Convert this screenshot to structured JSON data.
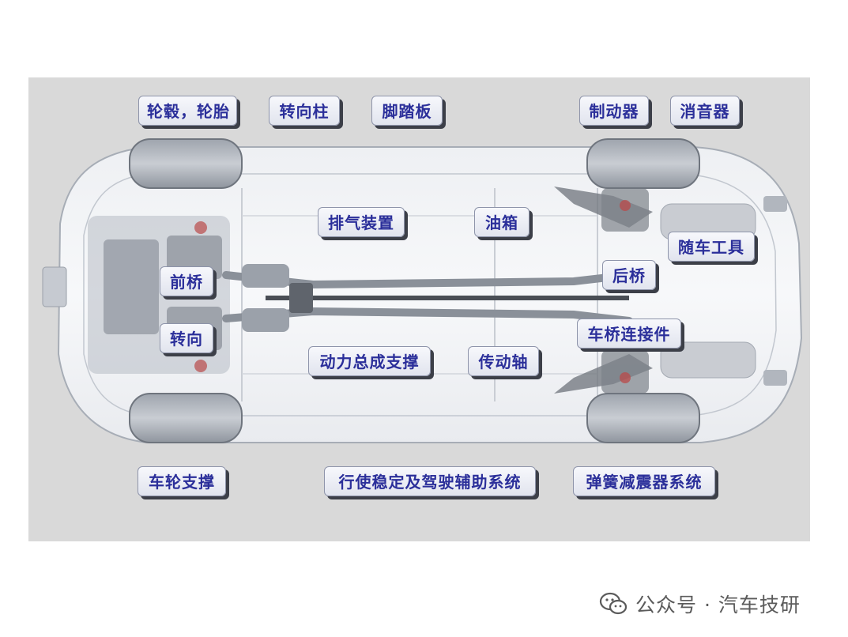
{
  "labels": {
    "wheel_hub_tire": "轮毂，轮胎",
    "steering_column": "转向柱",
    "pedal_board": "脚踏板",
    "brake": "制动器",
    "muffler": "消音器",
    "exhaust_system": "排气装置",
    "fuel_tank": "油箱",
    "onboard_tools": "随车工具",
    "front_axle": "前桥",
    "rear_axle": "后桥",
    "steering": "转向",
    "axle_connector": "车桥连接件",
    "powertrain_mount": "动力总成支撑",
    "drive_shaft": "传动轴",
    "wheel_support": "车轮支撑",
    "stability_assist": "行使稳定及驾驶辅助系统",
    "spring_damper": "弹簧减震器系统"
  },
  "watermark": {
    "icon": "wechat-icon",
    "text": "公众号 · 汽车技研"
  },
  "colors": {
    "panel": "#d9d9d9",
    "label_text": "#2b2f9a"
  }
}
